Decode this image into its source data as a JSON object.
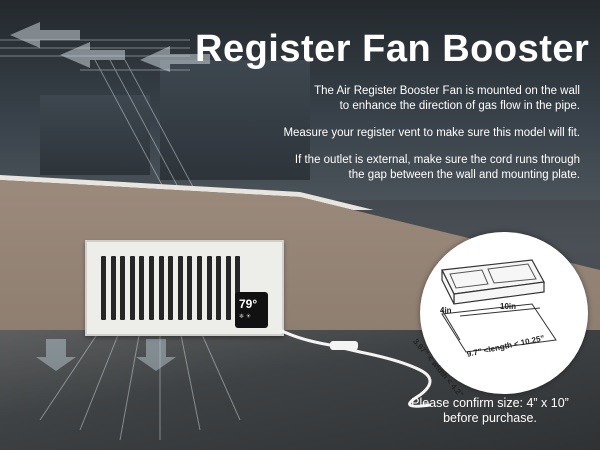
{
  "title": "Register Fan Booster",
  "paragraphs": [
    "The Air Register Booster Fan is mounted on the wall",
    "to enhance the direction of gas flow in the pipe.",
    "Measure your register vent to make sure this model will fit.",
    "If the outlet is external, make sure the cord runs through",
    "the gap between the wall and mounting plate."
  ],
  "confirm": [
    "Please confirm size: 4”  x 10”",
    "before purchase."
  ],
  "display": {
    "temp": "79°",
    "sub": "❄ ☀"
  },
  "dimensions": {
    "top_length": "10in",
    "top_width": "4in",
    "width_range": "3.97” < width < 4.2”",
    "length_range": "9.7” <length < 10.25”"
  },
  "colors": {
    "wall": "#9c8b7c",
    "vent": "#ededea",
    "title": "#ffffff"
  }
}
